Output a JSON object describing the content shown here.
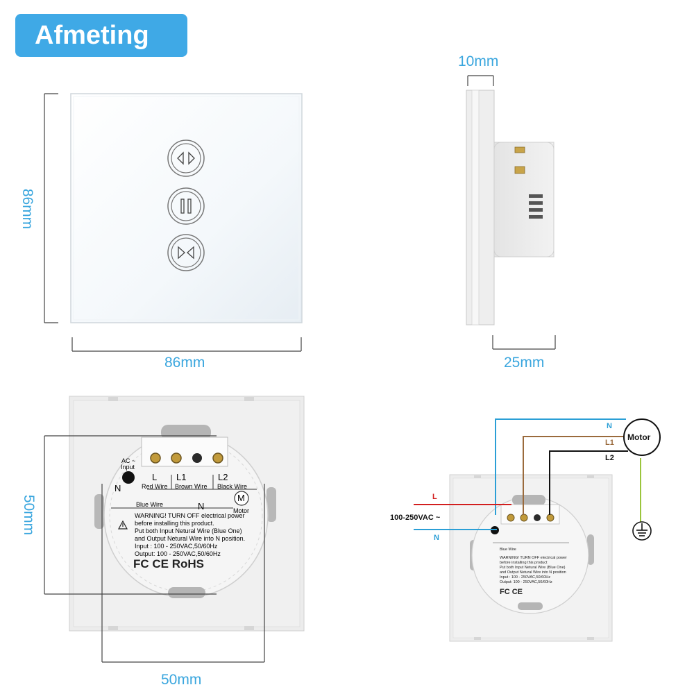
{
  "title": "Afmeting",
  "dimensions": {
    "front_height": "86mm",
    "front_width": "86mm",
    "side_thickness": "10mm",
    "side_depth": "25mm",
    "back_height": "50mm",
    "back_width": "50mm"
  },
  "back_label": {
    "ac_input": "AC ~",
    "input": "Input",
    "terminal_L": "L",
    "terminal_L1": "L1",
    "terminal_L2": "L2",
    "red_wire": "Red Wire",
    "brown_wire": "Brown Wire",
    "black_wire": "Black Wire",
    "N": "N",
    "blue_wire": "Blue Wire",
    "N2": "N",
    "motor_symbol": "M",
    "motor": "Motor",
    "warning1": "WARNING! TURN OFF electrical power",
    "warning2": "before installing this product.",
    "line3": "Put both Input Netural Wire (Blue One)",
    "line4": "and Output Netural Wire into N position.",
    "line5": "Input : 100 - 250VAC,50/60Hz",
    "line6": "Output: 100 - 250VAC,50/60Hz",
    "certs": "FC CE RoHS"
  },
  "wiring": {
    "motor": "Motor",
    "N_top": "N",
    "L1": "L1",
    "L2": "L2",
    "L_in": "L",
    "voltage": "100-250VAC ~",
    "N_in": "N",
    "colors": {
      "blue": "#2b9fd6",
      "brown": "#9a6a3c",
      "black": "#111111",
      "red": "#d21f1f",
      "green": "#9bc53d"
    }
  }
}
